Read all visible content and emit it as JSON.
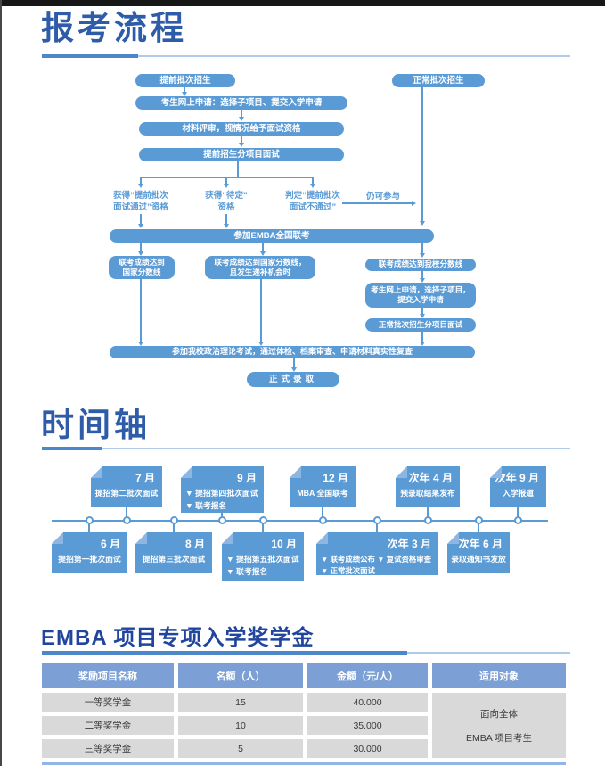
{
  "colors": {
    "box_blue": "#5B9BD5",
    "fold_blue": "#8DB6E3",
    "title_blue": "#2E5CA8",
    "emba_title_blue": "#21459E",
    "underline_dark": "#4C87CA",
    "underline_light": "#AECBEA",
    "table_header_blue": "#7CA0D5",
    "table_cell_gray": "#D9D9D9"
  },
  "sections": {
    "flow_title": "报考流程",
    "timeline_title": "时间轴",
    "scholarship_title": "EMBA 项目专项入学奖学金"
  },
  "flow": {
    "early_batch": "提前批次招生",
    "normal_batch": "正常批次招生",
    "online_apply": "考生网上申请：选择子项目、提交入学申请",
    "material_review": "材料评审，视情况给予面试资格",
    "early_interview": "提前招生分项目面试",
    "result_pass": "获得“提前批次\n面试通过”资格",
    "result_pending": "获得“待定”\n资格",
    "result_fail": "判定“提前批次\n面试不通过”",
    "still_participate": "仍可参与",
    "national_exam": "参加EMBA全国联考",
    "score_national": "联考成绩达到\n国家分数线",
    "score_waitlist": "联考成绩达到国家分数线，\n且发生递补机会时",
    "score_school": "联考成绩达到我校分数线",
    "normal_apply": "考生网上申请，选择子项目，\n提交入学申请",
    "normal_interview": "正常批次招生分项目面试",
    "political_exam": "参加我校政治理论考试，通过体检、档案审查、申请材料真实性复查",
    "admission": "正式录取"
  },
  "timeline": {
    "top": [
      {
        "month": "7 月",
        "l1": "提招第二批次面试"
      },
      {
        "month": "9 月",
        "l1": "▼ 提招第四批次面试",
        "l2": "▼ 联考报名"
      },
      {
        "month": "12 月",
        "l1": "MBA 全国联考"
      },
      {
        "month": "次年 4 月",
        "l1": "预录取结果发布"
      },
      {
        "month": "次年 9 月",
        "l1": "入学报道"
      }
    ],
    "bottom": [
      {
        "month": "6 月",
        "l1": "提招第一批次面试"
      },
      {
        "month": "8 月",
        "l1": "提招第三批次面试"
      },
      {
        "month": "10 月",
        "l1": "▼ 提招第五批次面试",
        "l2": "▼ 联考报名"
      },
      {
        "month": "次年 3 月",
        "l1": "▼ 联考成绩公布 ▼ 复试资格审查",
        "l2": "▼ 正常批次面试"
      },
      {
        "month": "次年 6 月",
        "l1": "录取通知书发放"
      }
    ]
  },
  "scholarship": {
    "headers": [
      "奖励项目名称",
      "名额（人）",
      "金额（元/人）",
      "适用对象"
    ],
    "rows": [
      [
        "一等奖学金",
        "15",
        "40.000"
      ],
      [
        "二等奖学金",
        "10",
        "35.000"
      ],
      [
        "三等奖学金",
        "5",
        "30.000"
      ]
    ],
    "audience1": "面向全体",
    "audience2": "EMBA 项目考生"
  }
}
